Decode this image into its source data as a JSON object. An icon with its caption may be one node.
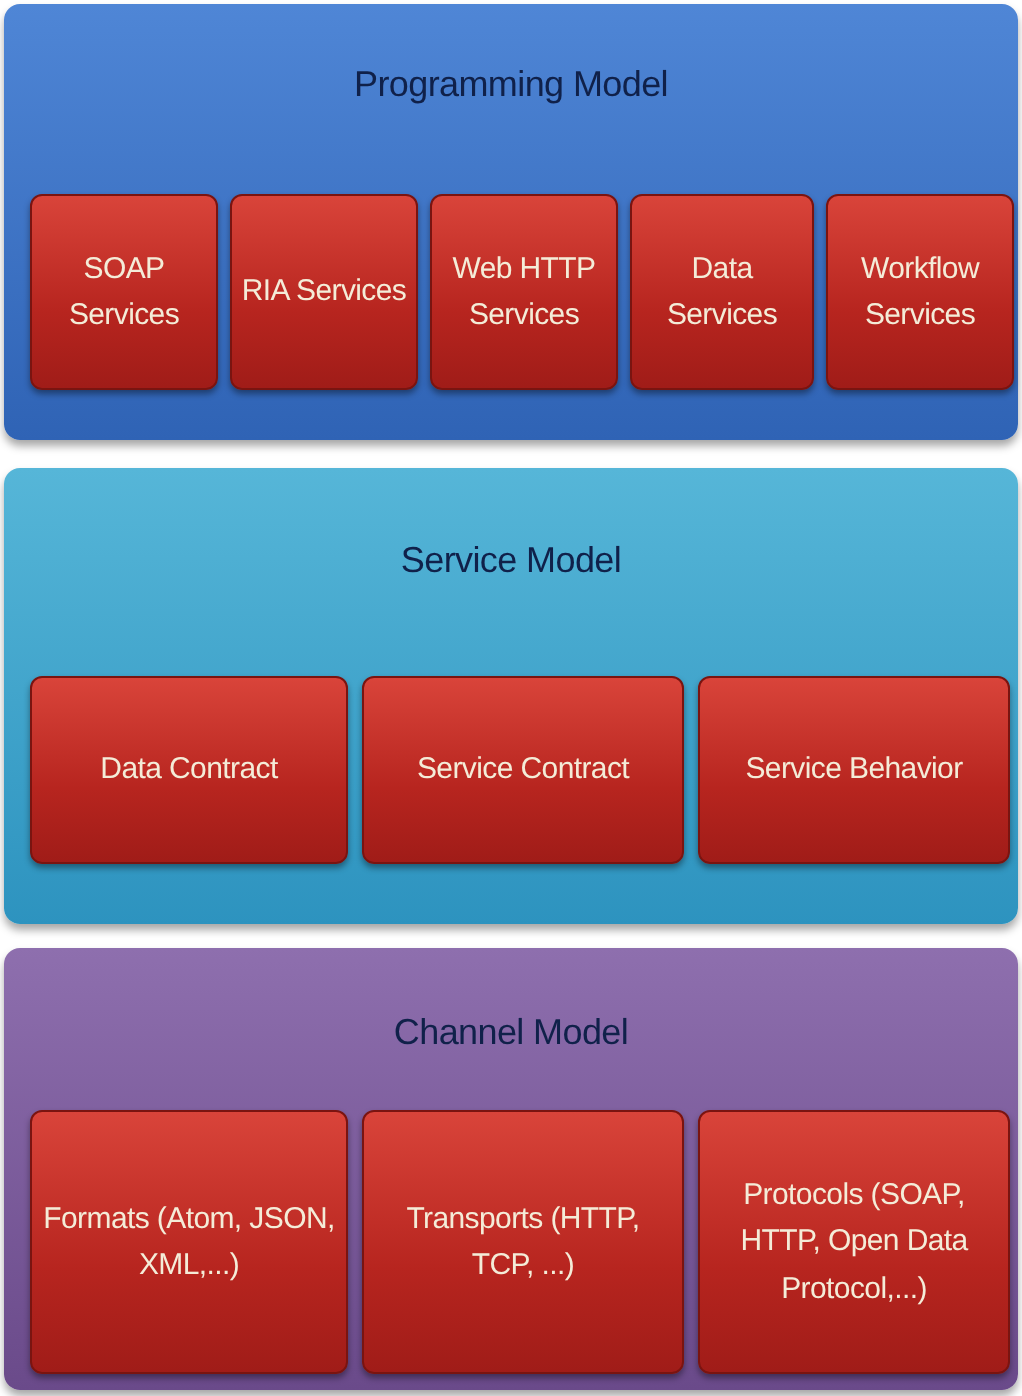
{
  "diagram": {
    "nodes": [
      {
        "text": [
          "Programming Model"
        ]
      },
      {
        "text": [
          "SOAP Services"
        ],
        "in": 0
      },
      {
        "text": [
          "RIA Services"
        ],
        "in": 0
      },
      {
        "text": [
          "Web HTTP Services"
        ],
        "in": 0
      },
      {
        "text": [
          "Data Services"
        ],
        "in": 0
      },
      {
        "text": [
          "Workflow Services"
        ],
        "in": 0
      },
      {
        "text": [
          "Service Model"
        ]
      },
      {
        "text": [
          "Data Contract"
        ],
        "in": 6
      },
      {
        "text": [
          "Service Contract"
        ],
        "in": 6
      },
      {
        "text": [
          "Service  Behavior"
        ],
        "in": 6
      },
      {
        "text": [
          "Channel Model"
        ]
      },
      {
        "text": [
          "Formats (Atom, JSON, XML,...)"
        ],
        "in": 10
      },
      {
        "text": [
          "Transports (HTTP, TCP, ...)"
        ],
        "in": 10
      },
      {
        "text": [
          "Protocols (SOAP, HTTP, Open Data Protocol,...)"
        ],
        "in": 10
      }
    ]
  }
}
